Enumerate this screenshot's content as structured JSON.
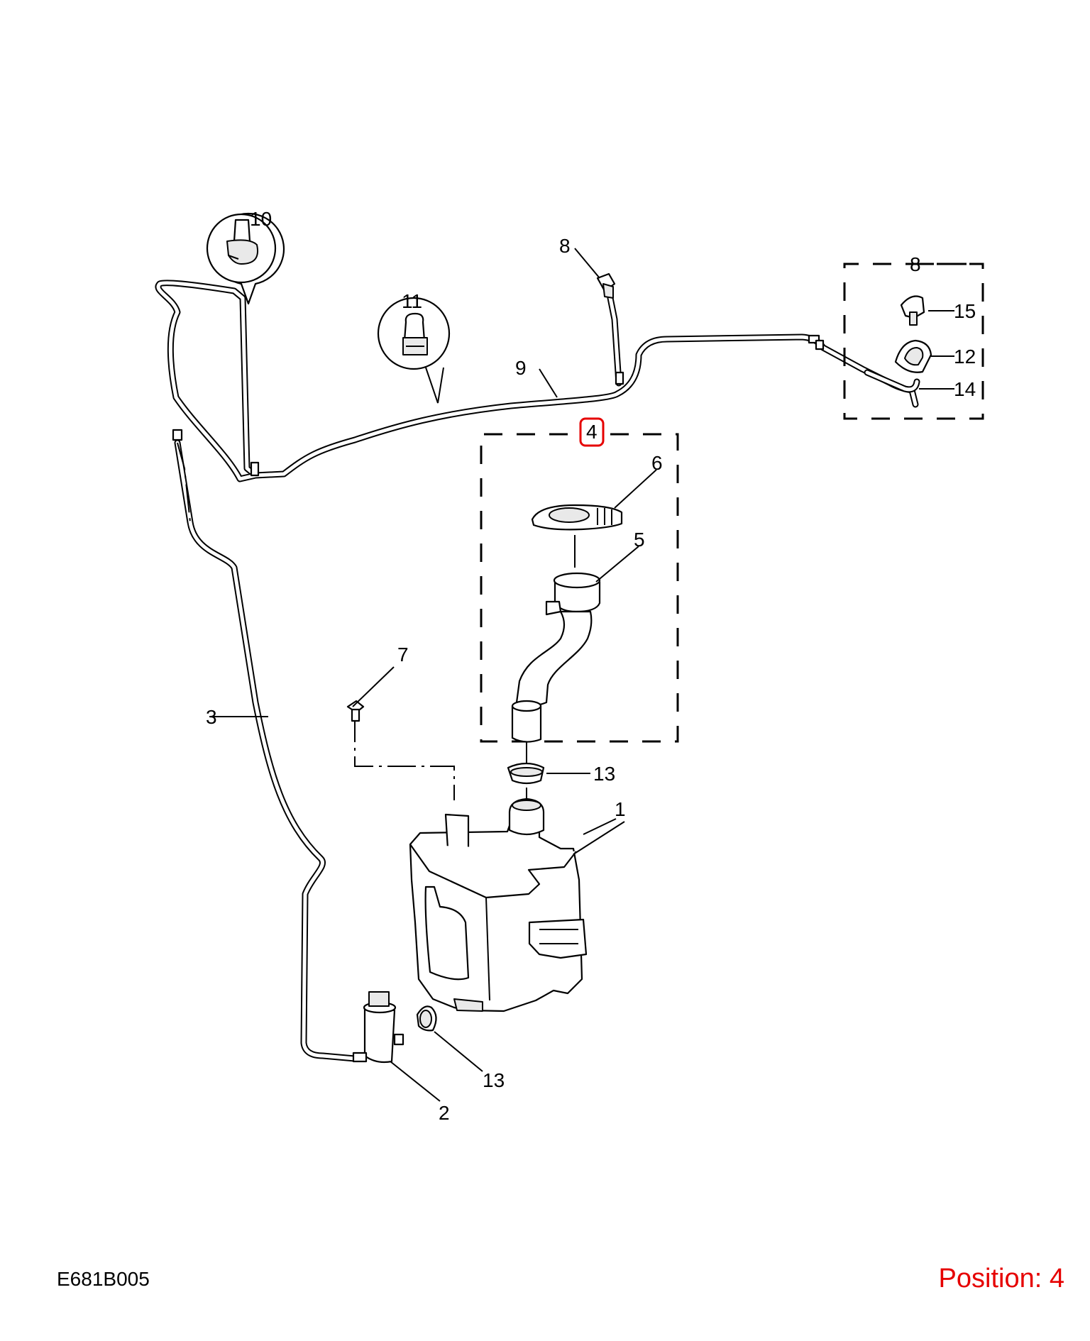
{
  "diagram": {
    "drawing_code": "E681B005",
    "position_label": "Position: 4",
    "highlight_color": "#e60000",
    "callouts": {
      "c1": "1",
      "c2": "2",
      "c3": "3",
      "c4": "4",
      "c5": "5",
      "c6": "6",
      "c7": "7",
      "c8a": "8",
      "c8b": "8",
      "c9": "9",
      "c10": "10",
      "c11": "11",
      "c12": "12",
      "c13a": "13",
      "c13b": "13",
      "c14": "14",
      "c15": "15"
    },
    "highlighted_callout": "4"
  }
}
